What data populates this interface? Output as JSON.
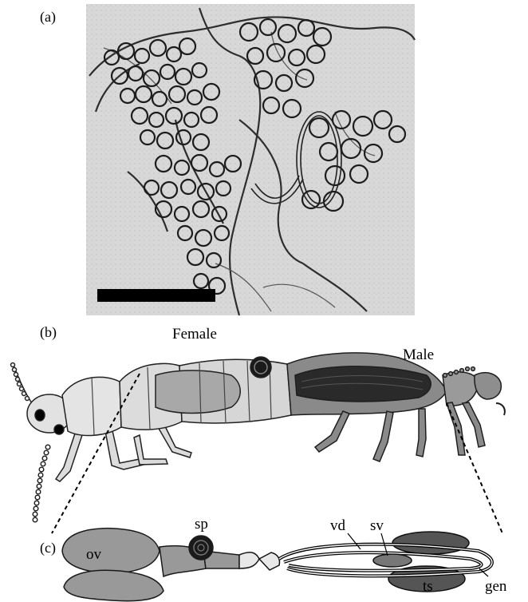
{
  "panels": {
    "a": "(a)",
    "b": "(b)",
    "c": "(c)"
  },
  "labels": {
    "female": "Female",
    "male": "Male",
    "ov": "ov",
    "sp": "sp",
    "vd": "vd",
    "sv": "sv",
    "ts": "ts",
    "gen": "gen"
  },
  "colors": {
    "female_body": "#dadada",
    "female_dark": "#a9a9a9",
    "male_body": "#8a8a8a",
    "male_dark": "#5c5c5c",
    "coil": "#1a1a1a",
    "micrograph_bg": "#d6d6d6"
  },
  "icons": {
    "scale_bar": "scale-bar",
    "micrograph": "sperm-coil-micrograph"
  }
}
